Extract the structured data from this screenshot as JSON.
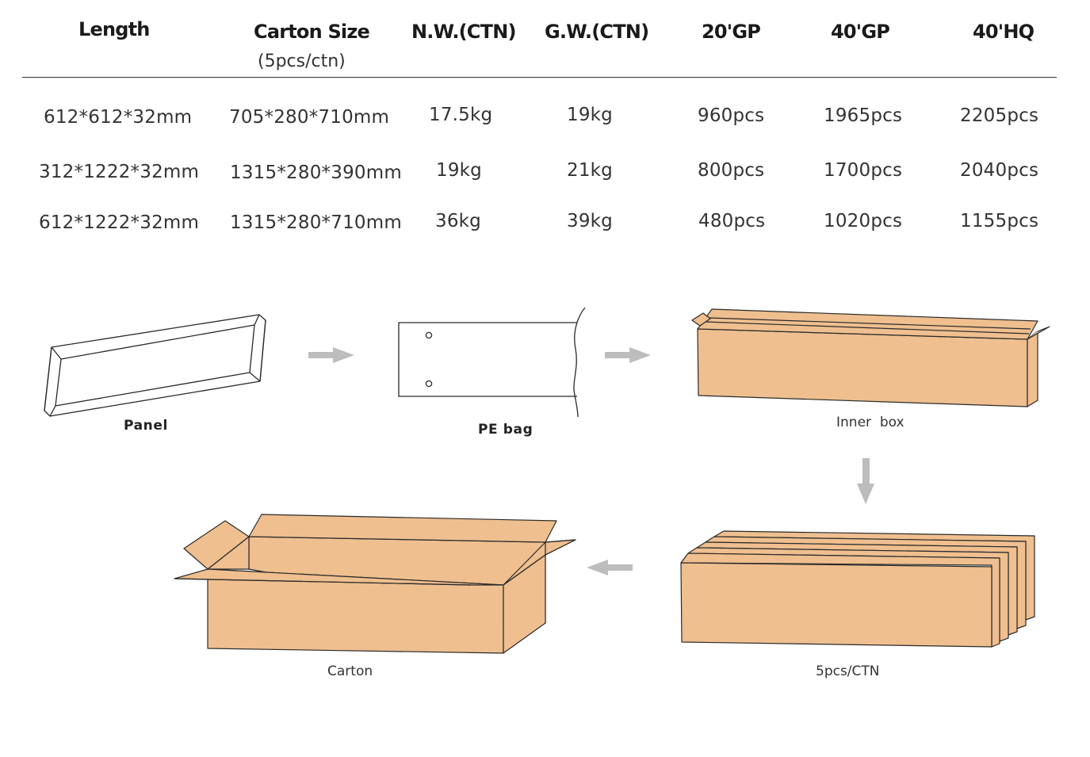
{
  "table": {
    "headers": {
      "length": "Length",
      "carton_size": "Carton Size",
      "carton_size_sub": "(5pcs/ctn)",
      "nw": "N.W.(CTN)",
      "gw": "G.W.(CTN)",
      "gp20": "20'GP",
      "gp40": "40'GP",
      "hq40": "40'HQ"
    },
    "rows": [
      {
        "length": "612*612*32mm",
        "carton_size": "705*280*710mm",
        "nw": "17.5kg",
        "gw": "19kg",
        "gp20": "960pcs",
        "gp40": "1965pcs",
        "hq40": "2205pcs"
      },
      {
        "length": "312*1222*32mm",
        "carton_size": "1315*280*390mm",
        "nw": "19kg",
        "gw": "21kg",
        "gp20": "800pcs",
        "gp40": "1700pcs",
        "hq40": "2040pcs"
      },
      {
        "length": "612*1222*32mm",
        "carton_size": "1315*280*710mm",
        "nw": "36kg",
        "gw": "39kg",
        "gp20": "480pcs",
        "gp40": "1020pcs",
        "hq40": "1155pcs"
      }
    ]
  },
  "diagram": {
    "steps": {
      "panel": "Panel",
      "pe_bag": "PE bag",
      "inner_box": "Inner  box",
      "five_per_ctn": "5pcs/CTN",
      "carton": "Carton"
    },
    "colors": {
      "box_fill": "#efbf8f",
      "box_stroke": "#2a2a2a",
      "arrow": "#bdbdbd"
    },
    "icons": [
      "right-arrow-icon",
      "down-arrow-icon",
      "left-arrow-icon"
    ]
  }
}
